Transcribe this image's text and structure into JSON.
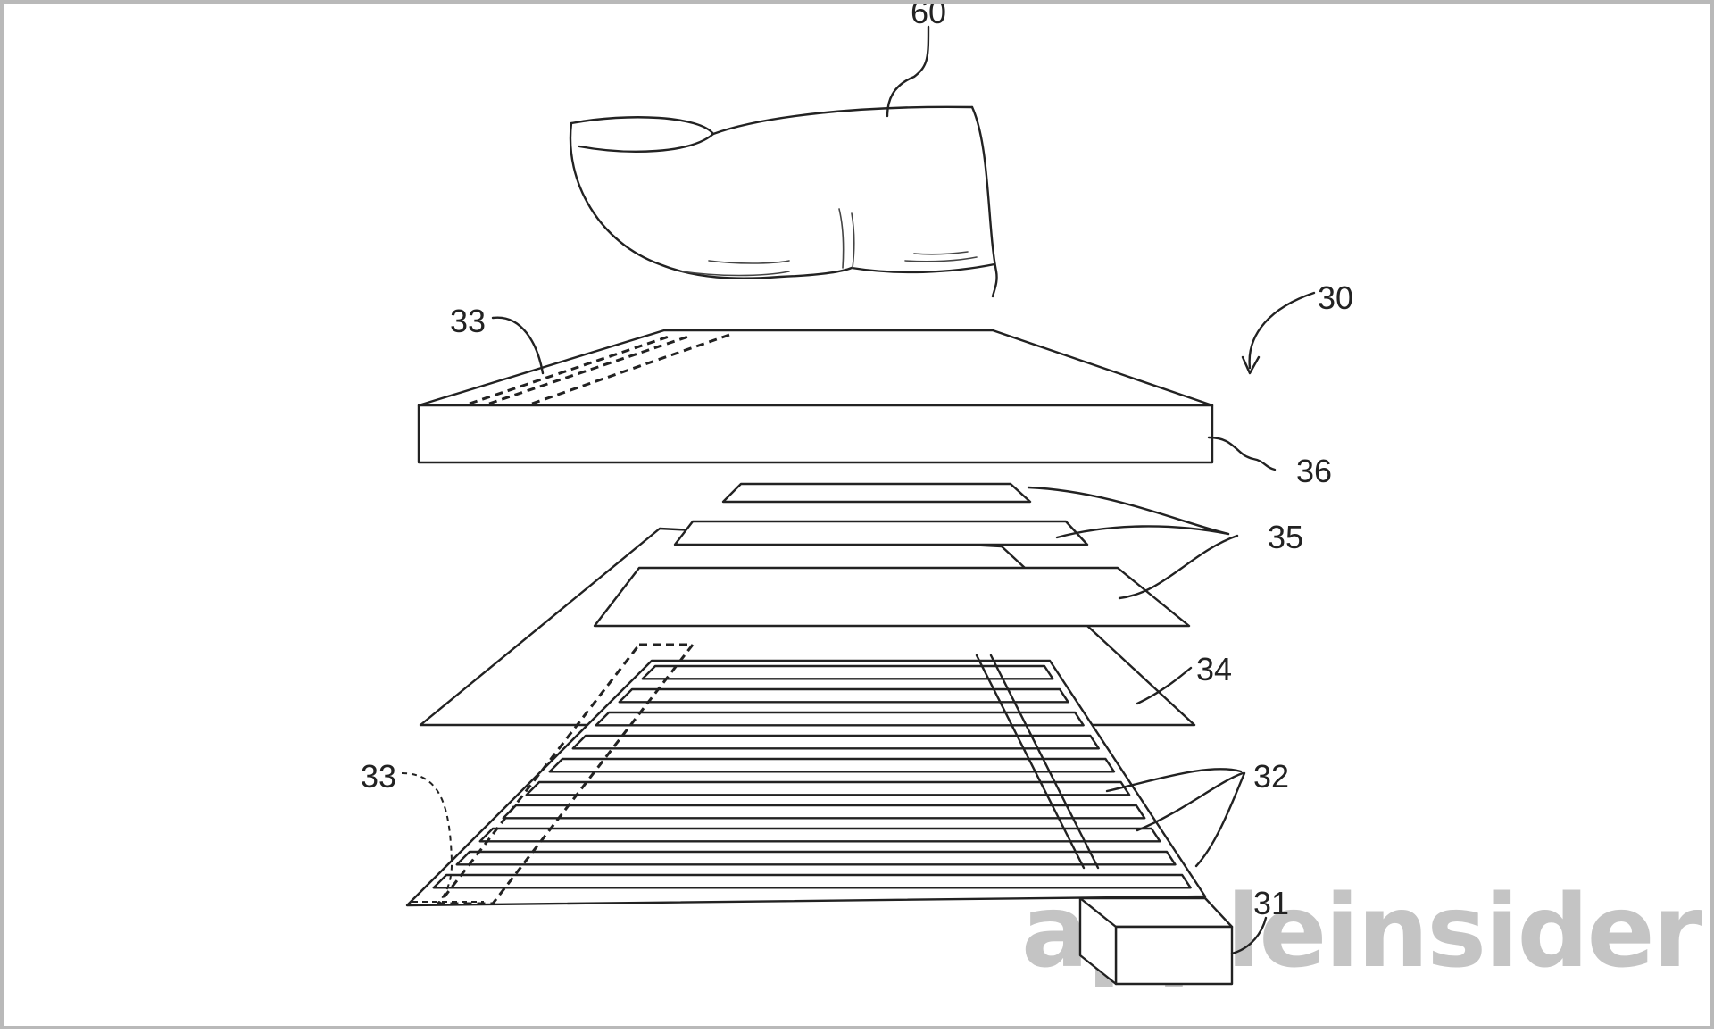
{
  "figure": {
    "labels": {
      "finger": "60",
      "device": "30",
      "cover": "36",
      "layers": "35",
      "sheet": "34",
      "electrodes": "32",
      "connector_top": "33",
      "connector_bottom": "33",
      "controller": "31"
    },
    "watermark": "appleinsider",
    "colors": {
      "line": "#222222",
      "watermark": "#c4c4c4",
      "border": "#b9b9b9"
    }
  }
}
